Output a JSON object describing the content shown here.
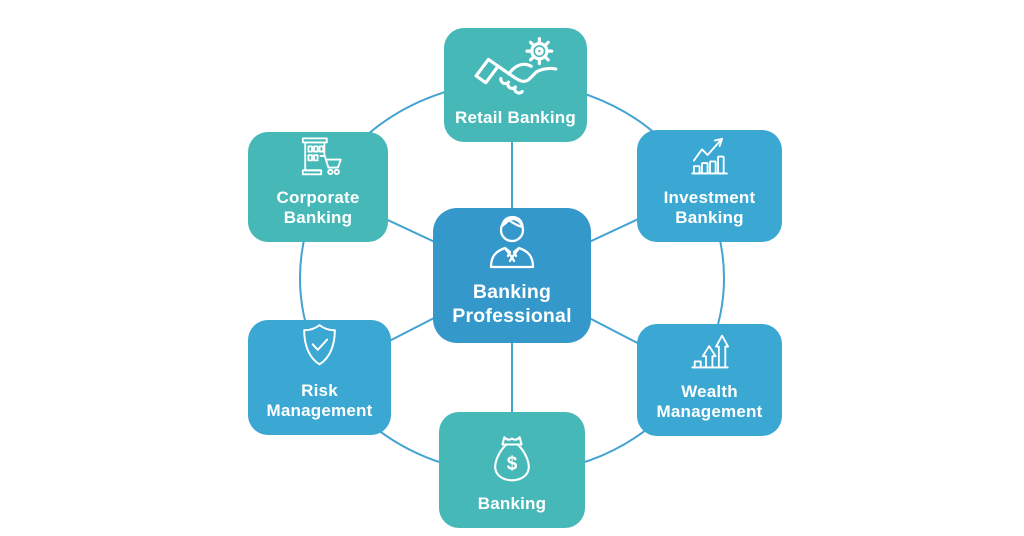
{
  "diagram": {
    "center_node": {
      "label": "Banking Professional",
      "icon": "person-icon",
      "color": "#3498CB"
    },
    "nodes": [
      {
        "label": "Retail Banking",
        "icon": "handshake-gear-icon",
        "color": "#46B8B8"
      },
      {
        "label": "Investment Banking",
        "icon": "bar-chart-growth-icon",
        "color": "#3AA8D2"
      },
      {
        "label": "Wealth Management",
        "icon": "rising-arrows-icon",
        "color": "#3AA8D2"
      },
      {
        "label": "Banking",
        "icon": "money-bag-icon",
        "color": "#46B8B8"
      },
      {
        "label": "Risk Management",
        "icon": "shield-check-icon",
        "color": "#3AA8D2"
      },
      {
        "label": "Corporate Banking",
        "icon": "building-cart-icon",
        "color": "#46B8B8"
      }
    ],
    "money_bag_symbol": "$",
    "connector_color": "#43A3D1",
    "text_color": "#FFFFFF",
    "background_color": "#FFFFFF"
  }
}
